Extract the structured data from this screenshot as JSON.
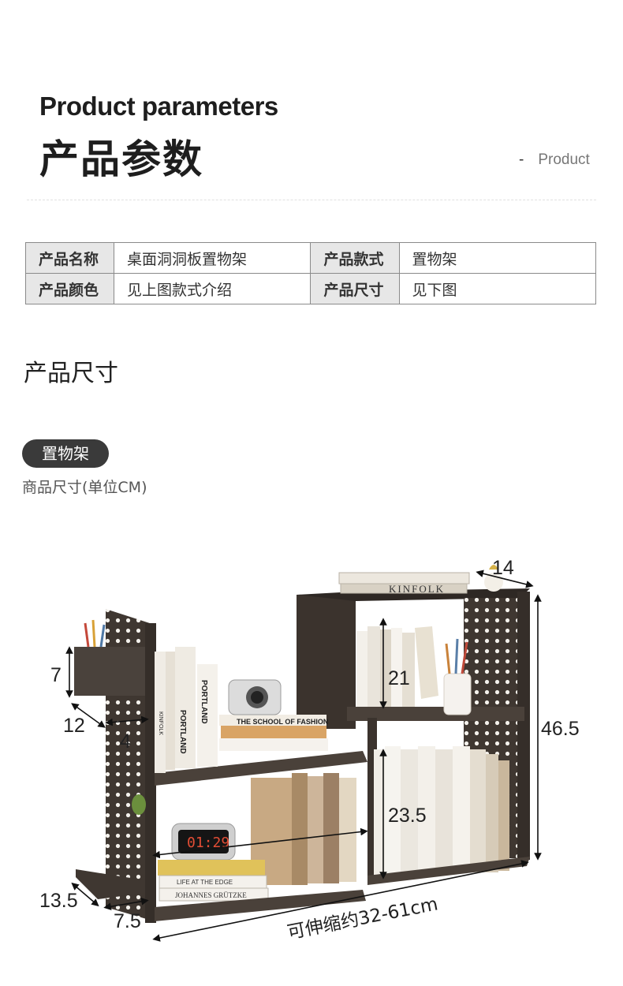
{
  "header": {
    "title_en": "Product parameters",
    "title_zh": "产品参数",
    "side_tag": "Product",
    "side_dash": "-"
  },
  "params_table": {
    "rows": [
      {
        "k1": "产品名称",
        "v1": "桌面洞洞板置物架",
        "k2": "产品款式",
        "v2": "置物架"
      },
      {
        "k1": "产品颜色",
        "v1": "见上图款式介绍",
        "k2": "产品尺寸",
        "v2": "见下图"
      }
    ]
  },
  "size_section": {
    "title": "产品尺寸",
    "pill_label": "置物架",
    "unit_note": "商品尺寸(单位CM)"
  },
  "dimensions": {
    "depth_top": "14",
    "height_total": "46.5",
    "box_height": "7",
    "box_depth": "12",
    "box_width": "4",
    "upper_shelf_height": "21",
    "lower_shelf_height": "23.5",
    "tray_depth": "13.5",
    "tray_width": "7.5",
    "width_range": "可伸缩约32-61cm"
  },
  "product_text": {
    "book_top": "KINFOLK",
    "book_spine_1": "KINFOLK",
    "book_spine_2": "PORTLAND",
    "book_spine_3": "PORTLAND",
    "book_school": "THE SCHOOL OF FASHION",
    "clock": "01:29",
    "book_life": "LIFE AT THE EDGE",
    "book_johannes": "JOHANNES GRÜTZKE"
  },
  "colors": {
    "shelf_wood": "#3b332d",
    "shelf_face": "#4a413a",
    "table_header_bg": "#e7e7e7",
    "pill_bg": "#3a3a3a"
  }
}
